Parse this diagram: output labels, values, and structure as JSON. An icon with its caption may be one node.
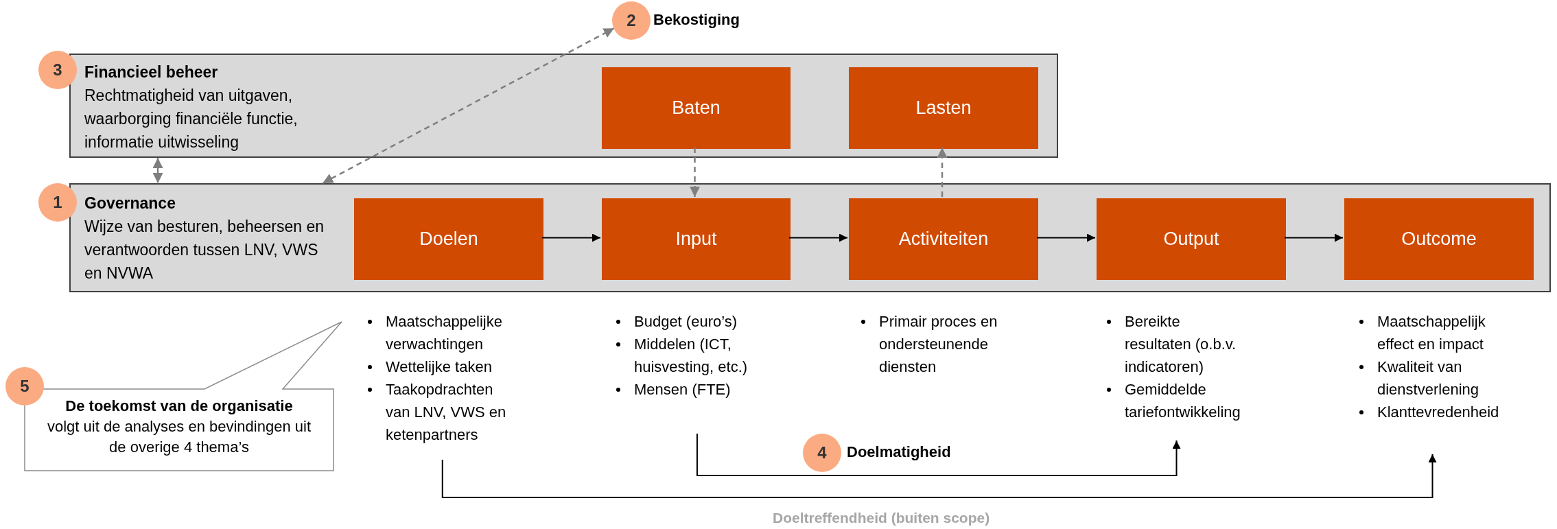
{
  "diagram": {
    "nodes": [
      {
        "text": [
          "Financieel beheer",
          "Rechtmatigheid van uitgaven, waarborging financiële functie, informatie uitwisseling"
        ]
      },
      {
        "text": [
          "3"
        ]
      },
      {
        "text": [
          "Baten"
        ],
        "in": 0
      },
      {
        "text": [
          "Lasten"
        ],
        "in": 0
      },
      {
        "text": [
          "2"
        ],
        "beside": [
          "Bekostiging"
        ]
      },
      {
        "text": [
          "Governance",
          "Wijze van besturen, beheersen en verantwoorden tussen LNV, VWS en NVWA"
        ]
      },
      {
        "text": [
          "1"
        ]
      },
      {
        "text": [
          "Doelen"
        ],
        "in": 5
      },
      {
        "text": [
          "Input"
        ],
        "in": 5
      },
      {
        "text": [
          "Activiteiten"
        ],
        "in": 5
      },
      {
        "text": [
          "Output"
        ],
        "in": 5
      },
      {
        "text": [
          "Outcome"
        ],
        "in": 5
      },
      {
        "text": [
          "Maatschappelijke verwachtingen",
          "Wettelijke taken",
          "Taakopdrachten van LNV, VWS en ketenpartners"
        ]
      },
      {
        "text": [
          "Budget (euro’s)",
          "Middelen (ICT, huisvesting, etc.)",
          "Mensen (FTE)"
        ]
      },
      {
        "text": [
          "Primair proces en ondersteunende diensten"
        ]
      },
      {
        "text": [
          "Bereikte resultaten (o.b.v. indicatoren)",
          "Gemiddelde tariefontwikkeling"
        ]
      },
      {
        "text": [
          "Maatschappelijk effect en impact",
          "Kwaliteit van dienstverlening",
          "Klanttevredenheid"
        ]
      },
      {
        "text": [
          "5"
        ]
      },
      {
        "text": [
          "De toekomst van de organisatie",
          "volgt uit de analyses en bevindingen uit de overige 4 thema’s"
        ]
      },
      {
        "text": [
          "4"
        ],
        "beside": [
          "Doelmatigheid"
        ]
      }
    ],
    "edges": [
      {
        "from": 0,
        "to": 5,
        "arrow": "both",
        "style": "dashed",
        "color": "#7f7f7f"
      },
      {
        "from": 5,
        "to": 4,
        "arrow": "both",
        "style": "dashed",
        "color": "#7f7f7f"
      },
      {
        "from": 2,
        "to": 8,
        "arrow": "to",
        "style": "dashed",
        "color": "#7f7f7f"
      },
      {
        "from": 9,
        "to": 3,
        "arrow": "to",
        "style": "dashed",
        "color": "#7f7f7f"
      },
      {
        "from": 7,
        "to": 8,
        "arrow": "to"
      },
      {
        "from": 8,
        "to": 9,
        "arrow": "to"
      },
      {
        "from": 9,
        "to": 10,
        "arrow": "to"
      },
      {
        "from": 10,
        "to": 11,
        "arrow": "to"
      },
      {
        "from": 13,
        "to": 15,
        "arrow": "to"
      },
      {
        "from": 12,
        "to": 16,
        "arrow": "to",
        "label": "Doeltreffendheid (buiten scope)"
      }
    ]
  }
}
